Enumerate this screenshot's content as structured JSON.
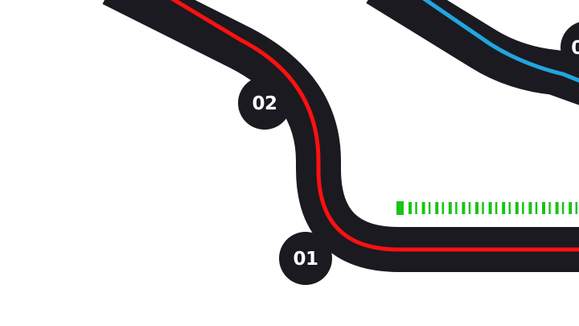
{
  "colors": {
    "background": "#ffffff",
    "track": "#1b1a20",
    "sector_red": "#ff1010",
    "sector_blue": "#21a5e0",
    "start_finish": "#18c418",
    "corner_marker": "#1b1a20",
    "corner_text": "#ffffff"
  },
  "corners": [
    {
      "id": "corner-01",
      "label": "01"
    },
    {
      "id": "corner-02",
      "label": "02"
    },
    {
      "id": "corner-partial",
      "label": "0"
    }
  ],
  "icons": {
    "corner_marker": "circle-badge",
    "start_line": "dashed-green-grid"
  }
}
